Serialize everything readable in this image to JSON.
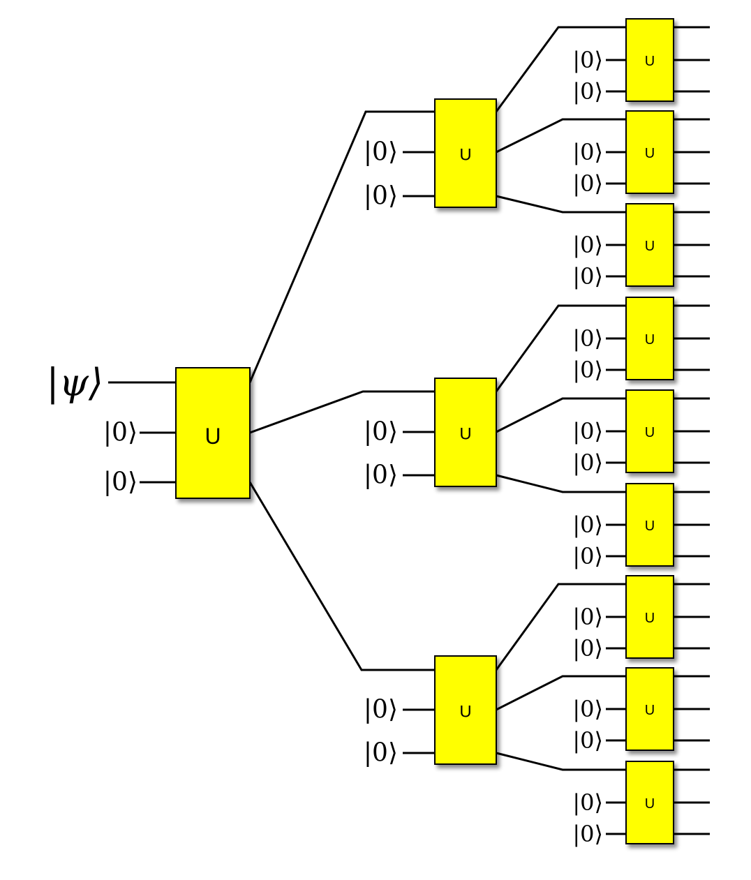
{
  "diagram": {
    "input_state": "|ψ⟩",
    "ancilla_state": "|0⟩",
    "root_gate": {
      "label": "U"
    },
    "level2_gates": [
      {
        "label": "U",
        "inputs": [
          "|0⟩",
          "|0⟩"
        ]
      },
      {
        "label": "U",
        "inputs": [
          "|0⟩",
          "|0⟩"
        ]
      },
      {
        "label": "U",
        "inputs": [
          "|0⟩",
          "|0⟩"
        ]
      }
    ],
    "level3_gates": [
      {
        "label": "U",
        "inputs": [
          "|0⟩",
          "|0⟩"
        ]
      },
      {
        "label": "U",
        "inputs": [
          "|0⟩",
          "|0⟩"
        ]
      },
      {
        "label": "U",
        "inputs": [
          "|0⟩",
          "|0⟩"
        ]
      },
      {
        "label": "U",
        "inputs": [
          "|0⟩",
          "|0⟩"
        ]
      },
      {
        "label": "U",
        "inputs": [
          "|0⟩",
          "|0⟩"
        ]
      },
      {
        "label": "U",
        "inputs": [
          "|0⟩",
          "|0⟩"
        ]
      },
      {
        "label": "U",
        "inputs": [
          "|0⟩",
          "|0⟩"
        ]
      },
      {
        "label": "U",
        "inputs": [
          "|0⟩",
          "|0⟩"
        ]
      },
      {
        "label": "U",
        "inputs": [
          "|0⟩",
          "|0⟩"
        ]
      }
    ],
    "colors": {
      "gate_fill": "#ffff00",
      "wire": "#000000",
      "background": "#ffffff"
    }
  }
}
